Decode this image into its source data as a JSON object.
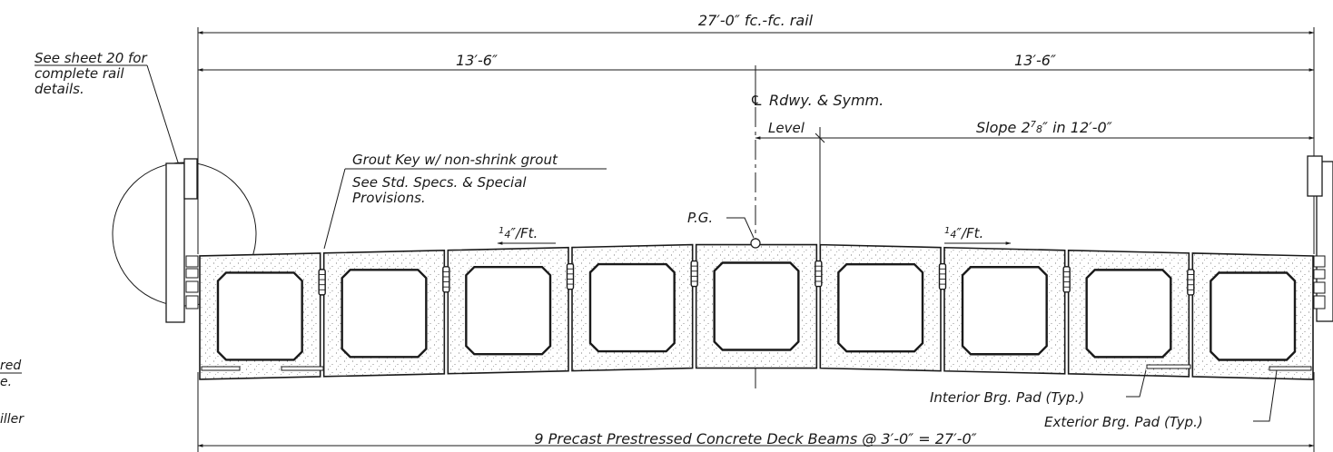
{
  "dimensions": {
    "overall": "27′-0″ fc.-fc. rail",
    "left_half": "13′-6″",
    "right_half": "13′-6″",
    "beams_spacing": "9 Precast Prestressed Concrete Deck Beams @ 3′-0″ = 27′-0″"
  },
  "centerline": {
    "symbol": "℄",
    "label": "Rdwy. & Symm."
  },
  "cross_slope": {
    "level_label": "Level",
    "slope_prefix": "Slope 2",
    "slope_frac_num": "7",
    "slope_frac_den": "8",
    "slope_suffix": "″ in 12′-0″"
  },
  "notes": {
    "rail_note": [
      "See sheet 20 for",
      "complete rail",
      "details."
    ],
    "grout_key": "Grout Key w/ non-shrink grout",
    "grout_specs": [
      "See Std. Specs. & Special",
      "Provisions."
    ],
    "pg_label": "P.G.",
    "slope_left_num": "1",
    "slope_left_den": "4",
    "slope_left_suffix": "″/Ft.",
    "slope_right_num": "1",
    "slope_right_den": "4",
    "slope_right_suffix": "″/Ft.",
    "interior_pad": "Interior Brg. Pad (Typ.)",
    "exterior_pad": "Exterior Brg. Pad (Typ.)",
    "cut_note_1": "red",
    "cut_note_2": "e.",
    "cut_note_3": "iller"
  },
  "beams": {
    "count": 9,
    "nominal_width": "3′-0″"
  }
}
